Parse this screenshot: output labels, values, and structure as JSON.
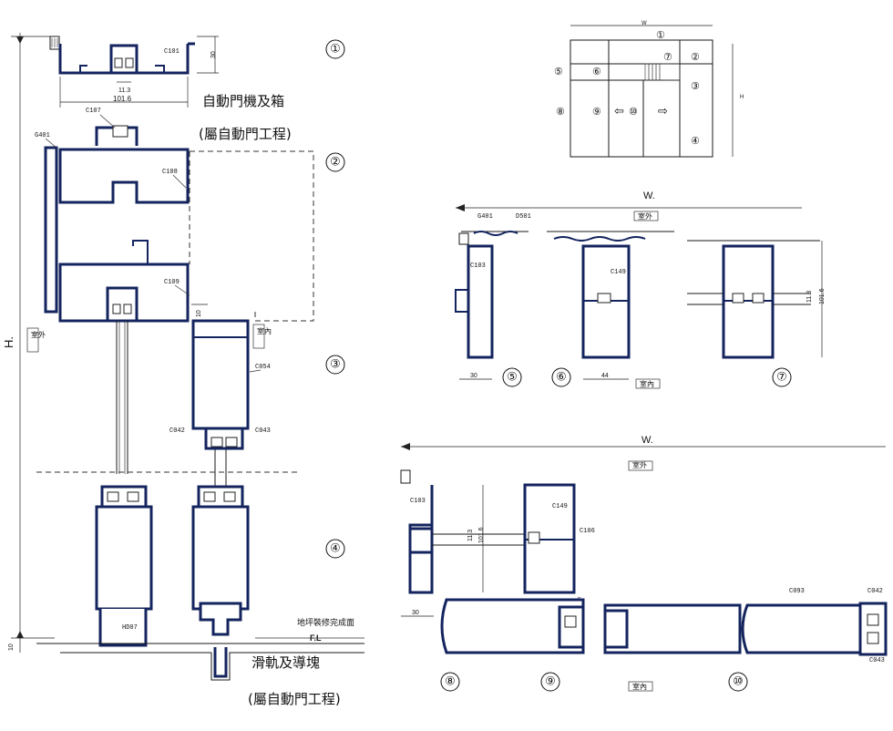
{
  "profile_codes": {
    "c101": "C101",
    "c107": "C107",
    "g401_left": "G401",
    "c108": "C108",
    "c109": "C109",
    "c054": "C054",
    "c042": "C042",
    "c043": "C043",
    "hd07": "HD07",
    "g401_s5": "G401",
    "d501": "D501",
    "c103_s5": "C103",
    "c149_s6": "C149",
    "c103_s8": "C103",
    "c149_s9": "C149",
    "c106": "C106",
    "c093": "C093",
    "c042_s10": "C042",
    "c043_s10": "C043"
  },
  "dimensions": {
    "d30_top": "30",
    "d1016_top": "101.6",
    "d113_top": "11.3",
    "d10_right": "10",
    "d10_bottom": "10",
    "w_top": "W",
    "h_right": "H",
    "w_mid": "W.",
    "d30_s5": "30",
    "d44": "44",
    "d113_s7": "11.3",
    "d1016_s7": "101.6",
    "w_bottom": "W.",
    "d113_s9": "11.3",
    "d1016_s9": "101.6",
    "d30_s8": "30",
    "d5": "5",
    "height_label": "H."
  },
  "labels": {
    "auto_door_box": "自動門機及箱",
    "auto_door_work": "(屬自動門工程)",
    "rail_block": "滑軌及導塊",
    "rail_work": "(屬自動門工程)",
    "floor_finish": "地坪裝修完成面",
    "fl": "F.L",
    "outside_left": "室外",
    "inside_mid": "室內",
    "outside_mid": "室外",
    "inside_s6": "室內",
    "outside_bottom": "室外",
    "inside_bottom": "室內"
  },
  "section_markers": [
    "①",
    "②",
    "③",
    "④",
    "⑤",
    "⑥",
    "⑦",
    "⑧",
    "⑨",
    "⑩"
  ],
  "elevation_markers": {
    "m1": "①",
    "m2": "②",
    "m3": "③",
    "m4": "④",
    "m5": "⑤",
    "m6": "⑥",
    "m7": "⑦",
    "m8": "⑧",
    "m9": "⑨",
    "m10": "⑩"
  },
  "arrows": {
    "left": "⇦",
    "right": "⇨"
  },
  "colors": {
    "profile": "#14245e",
    "line": "#1a1a1a",
    "background": "#ffffff"
  }
}
